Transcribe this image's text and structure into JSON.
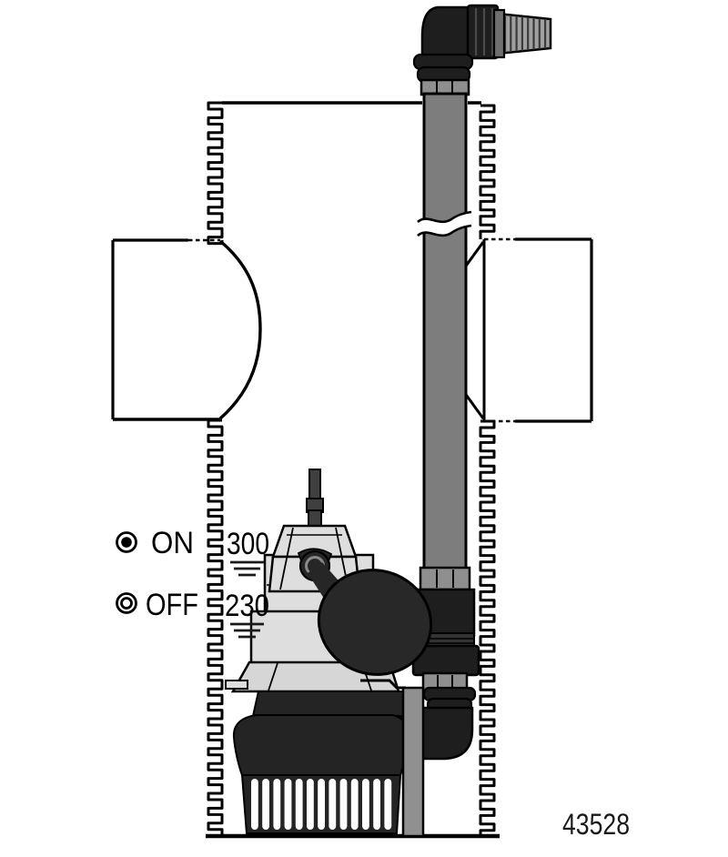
{
  "figure": {
    "number": "43528",
    "float_switch": {
      "on_label": "ON",
      "off_label": "OFF",
      "on_level": "300",
      "off_level": "230"
    },
    "icons": {
      "on_indicator": "filled-circle-in-ring",
      "off_indicator": "open-circle-in-ring",
      "water_level": "three-level-lines",
      "pipe_break": "wavy-break-lines"
    },
    "colors": {
      "pipe_gray": "#7d7d7d",
      "fitting_gray": "#8f8f8f",
      "dark_part": "#1e1e1e",
      "float_black": "#282828",
      "pump_body": "#dedede",
      "pump_flange": "#d6d6d6",
      "cable_gray": "#3f3f3f",
      "bracket_gray": "#909090",
      "barb_gray": "#a0a0a0",
      "outline": "#000000"
    }
  }
}
